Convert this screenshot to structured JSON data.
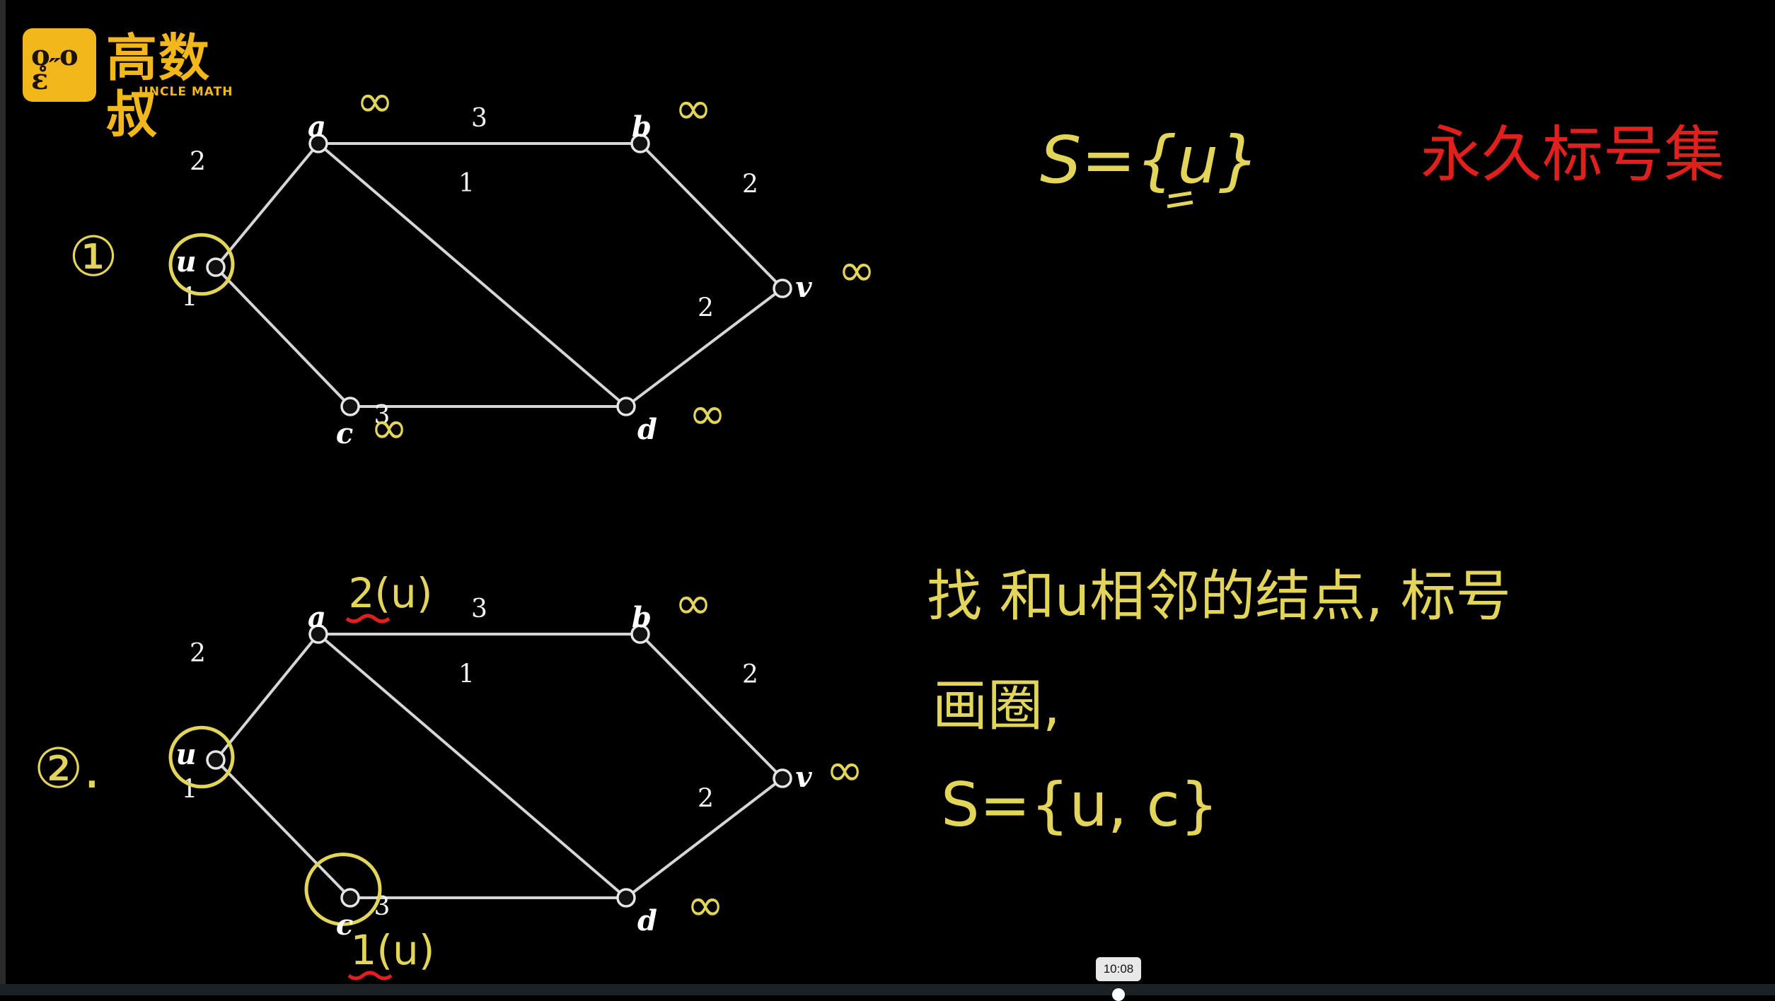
{
  "logo": {
    "face_text": "ο̥˶ο\nε",
    "brand_text": "高数叔",
    "sub_text": "UNCLE MATH"
  },
  "graphs": [
    {
      "step_label": "①",
      "nodes": [
        {
          "id": "u",
          "label": "u",
          "mark": "∞",
          "mark_visible": false
        },
        {
          "id": "a",
          "label": "a",
          "mark": "∞"
        },
        {
          "id": "b",
          "label": "b",
          "mark": "∞"
        },
        {
          "id": "v",
          "label": "v",
          "mark": "∞"
        },
        {
          "id": "c",
          "label": "c",
          "mark": "∞"
        },
        {
          "id": "d",
          "label": "d",
          "mark": "∞"
        }
      ],
      "edges": [
        {
          "from": "u",
          "to": "a",
          "weight": "2"
        },
        {
          "from": "a",
          "to": "b",
          "weight": "3"
        },
        {
          "from": "b",
          "to": "v",
          "weight": "2"
        },
        {
          "from": "a",
          "to": "d",
          "weight": "1"
        },
        {
          "from": "u",
          "to": "c",
          "weight": "1"
        },
        {
          "from": "c",
          "to": "d",
          "weight": "3"
        },
        {
          "from": "d",
          "to": "v",
          "weight": "2"
        }
      ],
      "circled_nodes": [
        "u"
      ]
    },
    {
      "step_label": "②.",
      "nodes": [
        {
          "id": "u",
          "label": "u",
          "mark": ""
        },
        {
          "id": "a",
          "label": "a",
          "mark": "2(u)"
        },
        {
          "id": "b",
          "label": "b",
          "mark": "∞"
        },
        {
          "id": "v",
          "label": "v",
          "mark": "∞"
        },
        {
          "id": "c",
          "label": "c",
          "mark": "1(u)"
        },
        {
          "id": "d",
          "label": "d",
          "mark": "∞"
        }
      ],
      "edges": [
        {
          "from": "u",
          "to": "a",
          "weight": "2"
        },
        {
          "from": "a",
          "to": "b",
          "weight": "3"
        },
        {
          "from": "b",
          "to": "v",
          "weight": "2"
        },
        {
          "from": "a",
          "to": "d",
          "weight": "1"
        },
        {
          "from": "u",
          "to": "c",
          "weight": "1"
        },
        {
          "from": "c",
          "to": "d",
          "weight": "3"
        },
        {
          "from": "d",
          "to": "v",
          "weight": "2"
        }
      ],
      "circled_nodes": [
        "u",
        "c"
      ]
    }
  ],
  "notes": {
    "set_1": "S={u}",
    "permanent_label_set": "永久标号集",
    "instruction_line_1": "找 和u相邻的结点, 标号",
    "instruction_line_2": "画圈,",
    "set_2": "S={u, c}"
  },
  "player": {
    "time_tooltip": "10:08",
    "progress": 0.63
  },
  "colors": {
    "board": "#000000",
    "edge": "#d6d6d6",
    "node_fill": "#111111",
    "node_stroke": "#e6e6e6",
    "chalk_yellow": "#e3d55a",
    "chalk_red": "#e0201c",
    "logo_yellow": "#f2b71a",
    "player_bar": "#1c2126"
  }
}
